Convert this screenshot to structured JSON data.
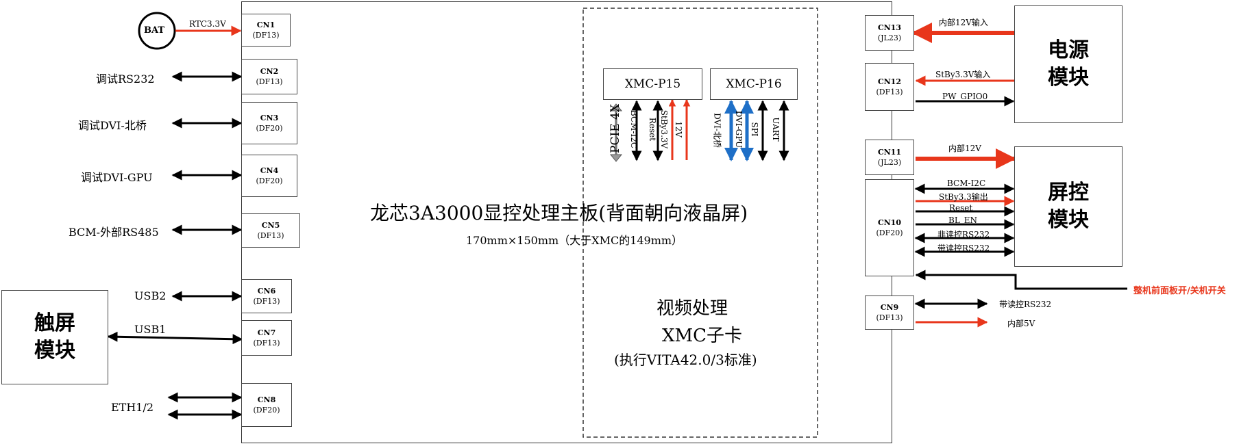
{
  "board": {
    "title": "龙芯3A3000显控处理主板(背面朝向液晶屏)",
    "subtitle": "170mm×150mm（大于XMC的149mm）"
  },
  "xmc_card": {
    "line1": "视频处理",
    "line2": "XMC子卡",
    "line3": "(执行VITA42.0/3标准)",
    "p15": "XMC-P15",
    "p16": "XMC-P16",
    "p15_signals": [
      "PCIE 4X",
      "BCM-I2C",
      "Reset",
      "StBy3.3V",
      "12V"
    ],
    "p16_signals": [
      "DVI-北桥",
      "DVI-GPU",
      "SPI",
      "UART"
    ]
  },
  "bat": "BAT",
  "connectors": [
    {
      "name": "CN1",
      "type": "(DF13)"
    },
    {
      "name": "CN2",
      "type": "(DF13)"
    },
    {
      "name": "CN3",
      "type": "(DF20)"
    },
    {
      "name": "CN4",
      "type": "(DF20)"
    },
    {
      "name": "CN5",
      "type": "(DF13)"
    },
    {
      "name": "CN6",
      "type": "(DF13)"
    },
    {
      "name": "CN7",
      "type": "(DF13)"
    },
    {
      "name": "CN8",
      "type": "(DF20)"
    },
    {
      "name": "CN13",
      "type": "(JL23)"
    },
    {
      "name": "CN12",
      "type": "(DF13)"
    },
    {
      "name": "CN11",
      "type": "(JL23)"
    },
    {
      "name": "CN10",
      "type": "(DF20)"
    },
    {
      "name": "CN9",
      "type": "(DF13)"
    }
  ],
  "left_labels": {
    "rtc": "RTC3.3V",
    "rs232": "调试RS232",
    "dvi_nb": "调试DVI-北桥",
    "dvi_gpu": "调试DVI-GPU",
    "rs485": "BCM-外部RS485",
    "usb2": "USB2",
    "usb1": "USB1",
    "eth": "ETH1/2"
  },
  "touch_module": {
    "line1": "触屏",
    "line2": "模块"
  },
  "power_module": {
    "line1": "电源",
    "line2": "模块"
  },
  "screen_module": {
    "line1": "屏控",
    "line2": "模块"
  },
  "right_labels": {
    "in12v_in": "内部12V输入",
    "stby_in": "StBy3.3V输入",
    "pw_gpio": "PW_GPIO0",
    "in12v": "内部12V",
    "bcm_i2c": "BCM-I2C",
    "stby_out": "StBy3.3输出",
    "reset": "Reset",
    "bl_en": "BL_EN",
    "non_rs232": "非读控RS232",
    "rs232_ctrl": "带读控RS232",
    "power_switch": "整机前面板开/关机开关",
    "rs232_cn9": "带读控RS232",
    "in5v": "内部5V"
  }
}
